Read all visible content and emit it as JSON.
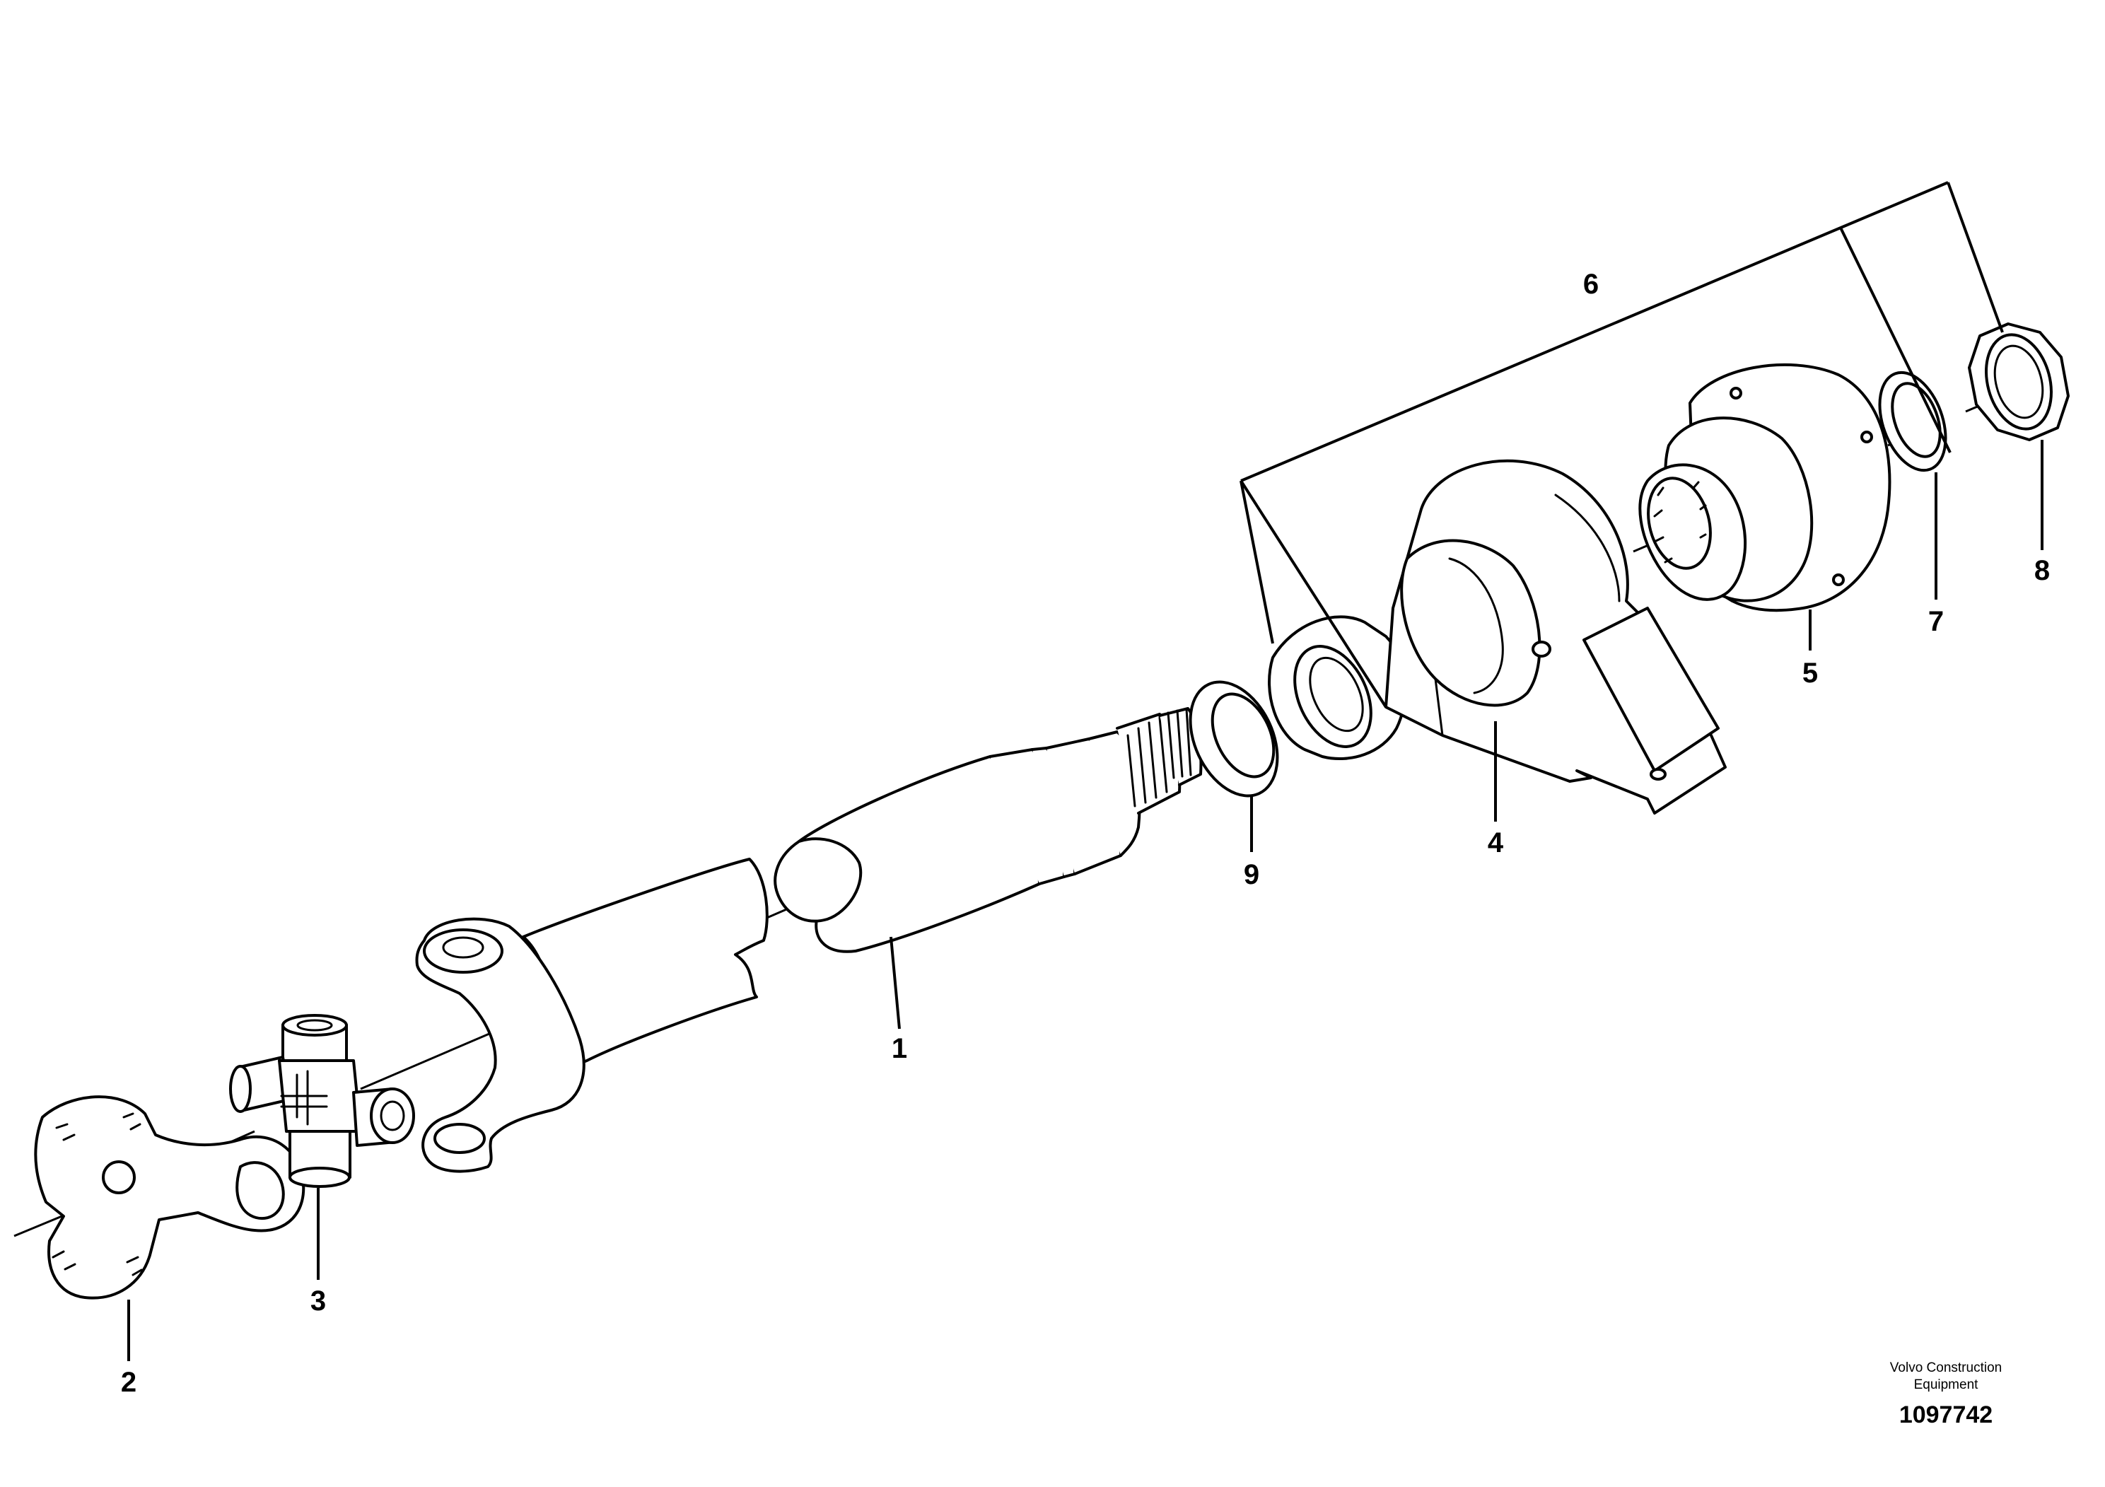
{
  "diagram": {
    "callouts": [
      "1",
      "2",
      "3",
      "4",
      "5",
      "6",
      "7",
      "8",
      "9"
    ],
    "publisher_line1": "Volvo Construction",
    "publisher_line2": "Equipment",
    "document_number": "1097742"
  }
}
